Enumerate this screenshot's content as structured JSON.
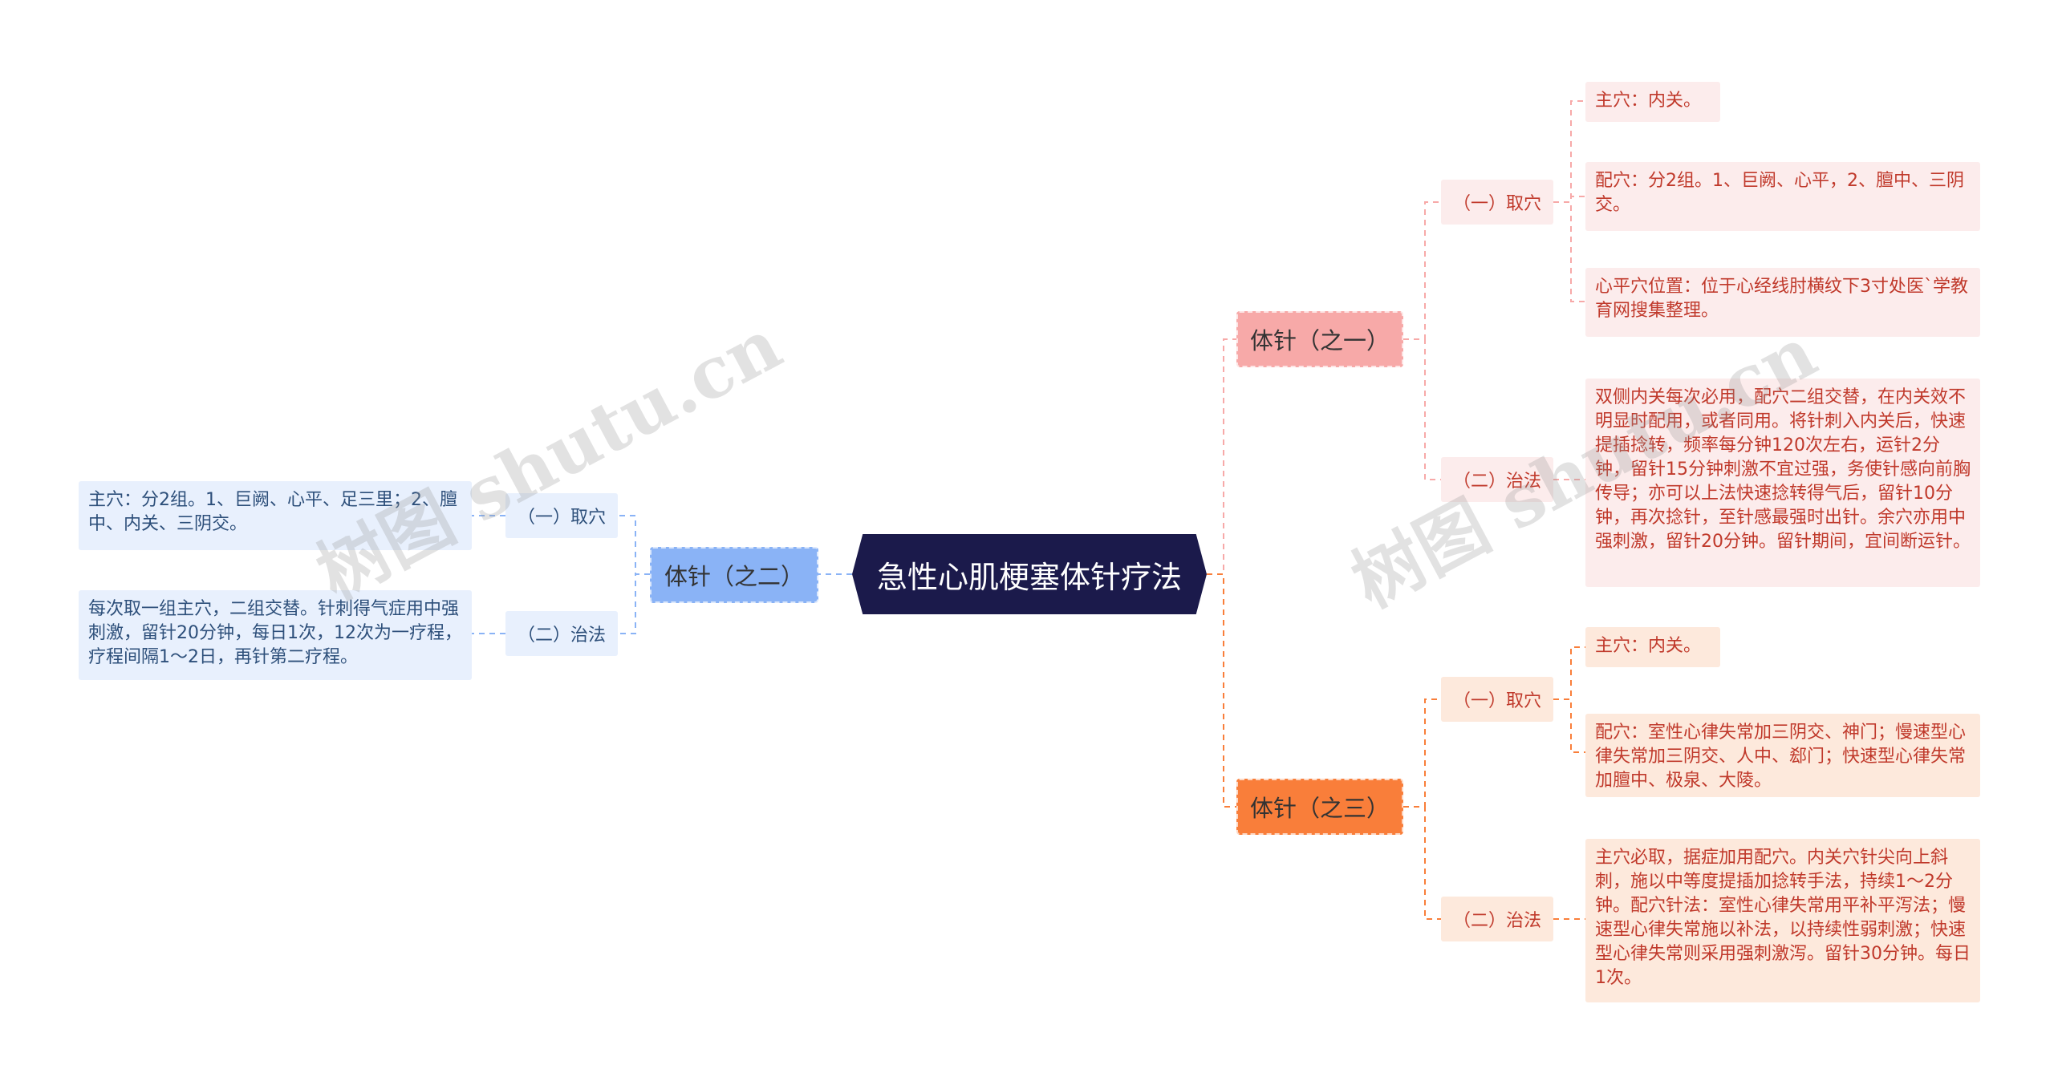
{
  "root": {
    "label": "急性心肌梗塞体针疗法"
  },
  "branches": [
    {
      "label": "体针（之一）",
      "children": [
        {
          "label": "（一）取穴",
          "leaves": [
            "主穴：内关。",
            "配穴：分2组。1、巨阙、心平，2、膻中、三阴交。",
            "心平穴位置：位于心经线肘横纹下3寸处医`学教育网搜集整理。"
          ]
        },
        {
          "label": "（二）治法",
          "leaves": [
            "双侧内关每次必用，配穴二组交替，在内关效不明显时配用，或者同用。将针刺入内关后，快速提插捻转，频率每分钟120次左右，运针2分钟，留针15分钟刺激不宜过强，务使针感向前胸传导；亦可以上法快速捻转得气后，留针10分钟，再次捻针，至针感最强时出针。余穴亦用中强刺激，留针20分钟。留针期间，宜间断运针。"
          ]
        }
      ]
    },
    {
      "label": "体针（之二）",
      "children": [
        {
          "label": "（一）取穴",
          "leaves": [
            "主穴：分2组。1、巨阙、心平、足三里；2、膻中、内关、三阴交。"
          ]
        },
        {
          "label": "（二）治法",
          "leaves": [
            "每次取一组主穴，二组交替。针刺得气症用中强刺激，留针20分钟，每日1次，12次为一疗程，疗程间隔1～2日，再针第二疗程。"
          ]
        }
      ]
    },
    {
      "label": "体针（之三）",
      "children": [
        {
          "label": "（一）取穴",
          "leaves": [
            "主穴：内关。",
            "配穴：室性心律失常加三阴交、神门；慢速型心律失常加三阴交、人中、郄门；快速型心律失常加膻中、极泉、大陵。"
          ]
        },
        {
          "label": "（二）治法",
          "leaves": [
            "主穴必取，据症加用配穴。内关穴针尖向上斜刺，施以中等度提插加捻转手法，持续1～2分钟。配穴针法：室性心律失常用平补平泻法；慢速型心律失常施以补法，以持续性弱刺激；快速型心律失常则采用强刺激泻。留针30分钟。每日1次。"
          ]
        }
      ]
    }
  ],
  "watermark": "树图 shutu.cn",
  "colors": {
    "root": "#1b1a4b",
    "pink": "#f7a9a8",
    "orange": "#f97e3a",
    "blue": "#8ab3f6"
  }
}
